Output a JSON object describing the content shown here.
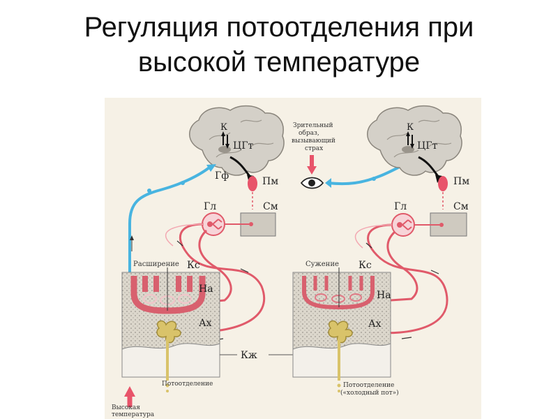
{
  "title": {
    "line1": "Регуляция потоотделения при",
    "line2": "высокой температуре"
  },
  "diagram": {
    "left": {
      "k": "К",
      "cgt": "ЦГт",
      "gf": "Гф",
      "pm": "Пм",
      "gl": "Гл",
      "sm": "См",
      "ks": "Кс",
      "na": "На",
      "ax": "Ах",
      "vessel_state": "Расширение",
      "sweat": "Потоотделение",
      "stimulus_line1": "Высокая",
      "stimulus_line2": "температура"
    },
    "right": {
      "k": "К",
      "cgt": "ЦГт",
      "pm": "Пм",
      "gl": "Гл",
      "sm": "См",
      "ks": "Кс",
      "na": "На",
      "ax": "Ах",
      "vessel_state": "Сужение",
      "sweat_line1": "Потоотделение",
      "sweat_line2": "(«холодный пот»)",
      "stimulus_line1": "Зрительный",
      "stimulus_line2": "образ,",
      "stimulus_line3": "вызывающий",
      "stimulus_line4": "страх"
    },
    "skin": "Кж"
  },
  "colors": {
    "afferent": "#48b4e0",
    "efferent": "#e05a6a",
    "vessel": "#d8606e",
    "gland": "#d9c36a",
    "tissue": "#cfcac0"
  },
  "icons": {
    "eye": "eye-icon",
    "stimulus_arrow": "arrow-up-icon"
  }
}
